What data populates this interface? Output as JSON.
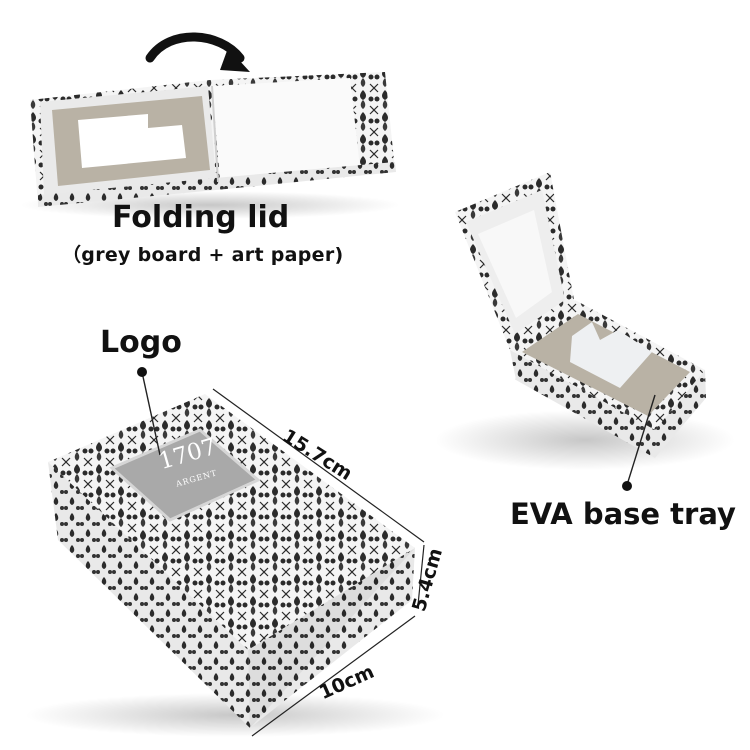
{
  "labels": {
    "folding_lid_title": "Folding lid",
    "folding_lid_subtitle": "（grey board + art paper)",
    "logo": "Logo",
    "eva_tray": "EVA base tray"
  },
  "dimensions": {
    "length": "15.7cm",
    "height": "5.4cm",
    "width": "10cm"
  },
  "logo_plate": {
    "number": "1707",
    "word": "ARGENT"
  },
  "colors": {
    "pattern_dark": "#2b2b2b",
    "paper_white": "#f2f2f2",
    "grey_board": "#b9b2a5",
    "logo_plate": "#a9a9a9"
  }
}
